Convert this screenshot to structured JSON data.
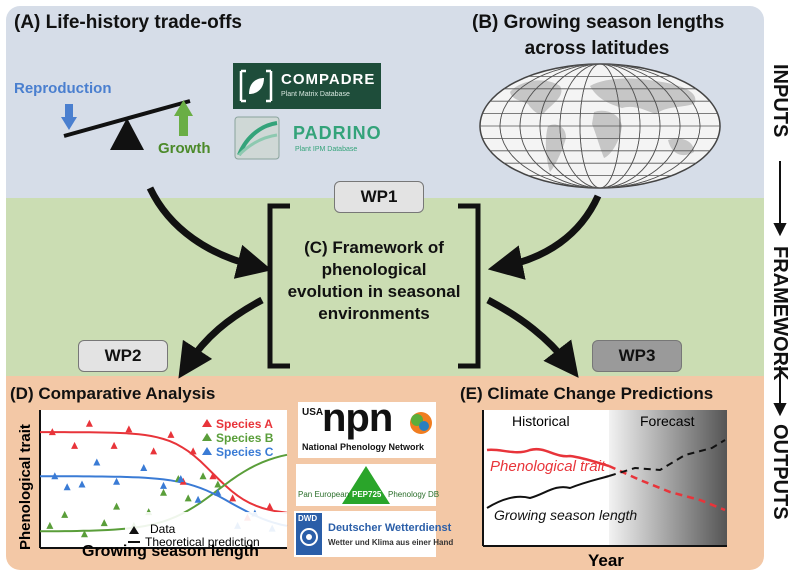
{
  "panels": {
    "a": {
      "title": "(A) Life-history trade-offs",
      "reproduction": "Reproduction",
      "growth": "Growth"
    },
    "b": {
      "title_line1": "(B) Growing season lengths",
      "title_line2": "across latitudes"
    },
    "c": {
      "line1": "(C) Framework of",
      "line2": "phenological",
      "line3": "evolution in seasonal",
      "line4": "environments"
    },
    "d": {
      "title": "(D) Comparative Analysis",
      "ylabel": "Phenological trait",
      "xlabel": "Growing season length",
      "legend": [
        "Species A",
        "Species B",
        "Species C"
      ],
      "key_data": "Data",
      "key_theory": "Theoretical prediction"
    },
    "e": {
      "title": "(E) Climate Change Predictions",
      "historical": "Historical",
      "forecast": "Forecast",
      "trait_label": "Phenological trait",
      "season_label": "Growing season length",
      "xlabel": "Year"
    }
  },
  "work_packages": [
    "WP1",
    "WP2",
    "WP3"
  ],
  "side_labels": {
    "inputs": "INPUTS",
    "framework": "FRAMEWORK",
    "outputs": "OUTPUTS"
  },
  "databases": {
    "compadre": {
      "name": "COMPADRE",
      "sub": "Plant Matrix Database"
    },
    "padrino": {
      "name": "PADRINO",
      "sub": "Plant IPM Database"
    },
    "npn": {
      "usa": "USA",
      "name": "npn",
      "sub": "National Phenology Network"
    },
    "pep": {
      "left": "Pan European",
      "center": "PEP725",
      "right": "Phenology DB"
    },
    "dwd": {
      "badge": "DWD",
      "name": "Deutscher Wetterdienst",
      "sub": "Wetter und Klima aus einer Hand"
    }
  },
  "colors": {
    "species_a": "#e8343a",
    "species_b": "#5a9e3a",
    "species_c": "#3a7bd5",
    "inputs_band": "#d6dde8",
    "framework_band": "#cbddb3",
    "outputs_band": "#f3c8a6"
  },
  "chart_data": {
    "type": "scatter",
    "xlabel": "Growing season length",
    "ylabel": "Phenological trait",
    "series": [
      {
        "name": "Species A",
        "points": [
          [
            0.05,
            0.84
          ],
          [
            0.14,
            0.74
          ],
          [
            0.2,
            0.9
          ],
          [
            0.3,
            0.74
          ],
          [
            0.36,
            0.86
          ],
          [
            0.46,
            0.7
          ],
          [
            0.53,
            0.82
          ],
          [
            0.58,
            0.48
          ],
          [
            0.62,
            0.7
          ],
          [
            0.7,
            0.52
          ],
          [
            0.78,
            0.36
          ],
          [
            0.84,
            0.22
          ],
          [
            0.93,
            0.3
          ]
        ]
      },
      {
        "name": "Species B",
        "points": [
          [
            0.04,
            0.16
          ],
          [
            0.1,
            0.24
          ],
          [
            0.18,
            0.1
          ],
          [
            0.26,
            0.18
          ],
          [
            0.31,
            0.3
          ],
          [
            0.38,
            0.16
          ],
          [
            0.44,
            0.26
          ],
          [
            0.5,
            0.4
          ],
          [
            0.56,
            0.5
          ],
          [
            0.6,
            0.36
          ],
          [
            0.66,
            0.52
          ],
          [
            0.72,
            0.46
          ]
        ]
      },
      {
        "name": "Species C",
        "points": [
          [
            0.06,
            0.52
          ],
          [
            0.11,
            0.44
          ],
          [
            0.17,
            0.46
          ],
          [
            0.23,
            0.62
          ],
          [
            0.31,
            0.48
          ],
          [
            0.42,
            0.58
          ],
          [
            0.5,
            0.45
          ],
          [
            0.57,
            0.5
          ],
          [
            0.64,
            0.35
          ],
          [
            0.72,
            0.4
          ],
          [
            0.8,
            0.16
          ],
          [
            0.87,
            0.25
          ],
          [
            0.94,
            0.14
          ]
        ]
      }
    ]
  }
}
